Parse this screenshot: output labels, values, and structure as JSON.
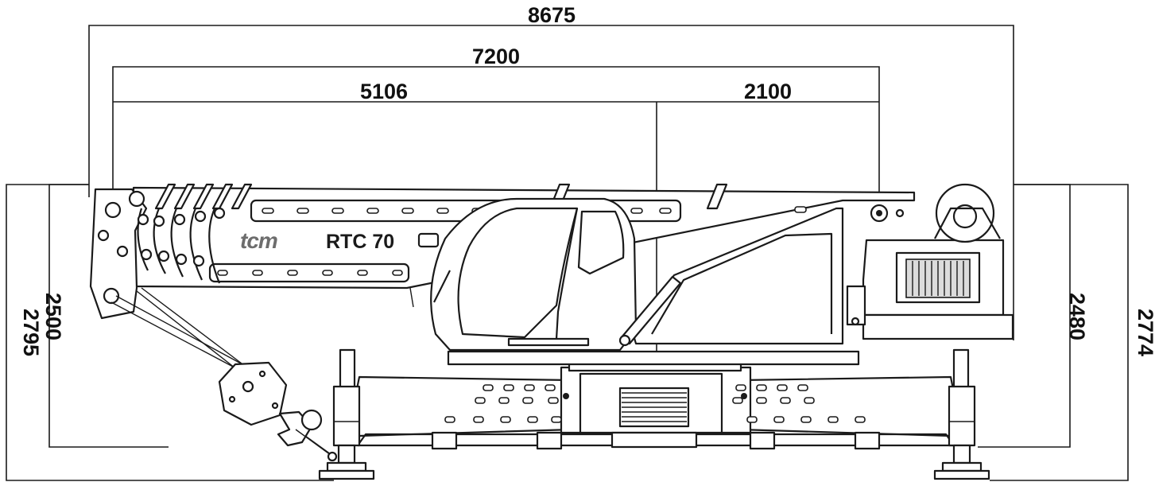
{
  "dimensions": {
    "overall_length": "8675",
    "boom_length": "7200",
    "front_length": "5106",
    "rear_length": "2100",
    "height_outer_left": "2795",
    "height_inner_left": "2500",
    "height_inner_right": "2480",
    "height_outer_right": "2774"
  },
  "machine": {
    "brand": "tcm",
    "model": "RTC 70"
  },
  "colors": {
    "line": "#1a1a1a",
    "background": "#ffffff",
    "brand_grey": "#6d6d6d"
  }
}
